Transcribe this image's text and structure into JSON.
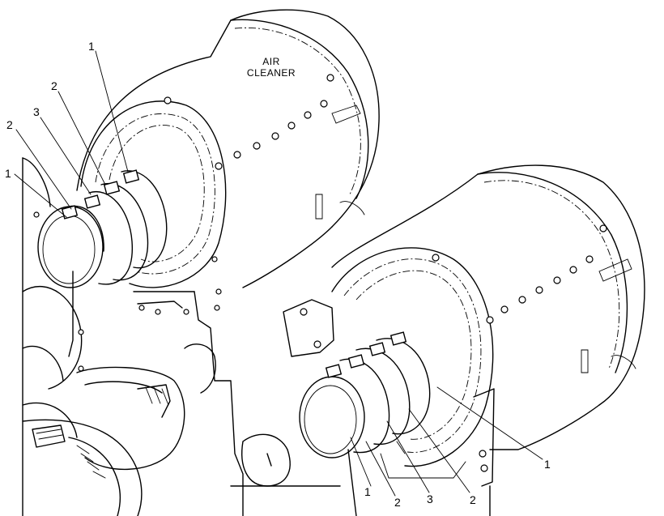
{
  "title": {
    "line1": "AIR",
    "line2": "CLEANER"
  },
  "callouts": [
    {
      "id": "c1",
      "label": "1"
    },
    {
      "id": "c2",
      "label": "2"
    },
    {
      "id": "c3",
      "label": "3"
    },
    {
      "id": "c4",
      "label": "2"
    },
    {
      "id": "c5",
      "label": "1"
    },
    {
      "id": "c6",
      "label": "1"
    },
    {
      "id": "c7",
      "label": "1"
    },
    {
      "id": "c8",
      "label": "2"
    },
    {
      "id": "c9",
      "label": "3"
    },
    {
      "id": "c10",
      "label": "2"
    }
  ]
}
